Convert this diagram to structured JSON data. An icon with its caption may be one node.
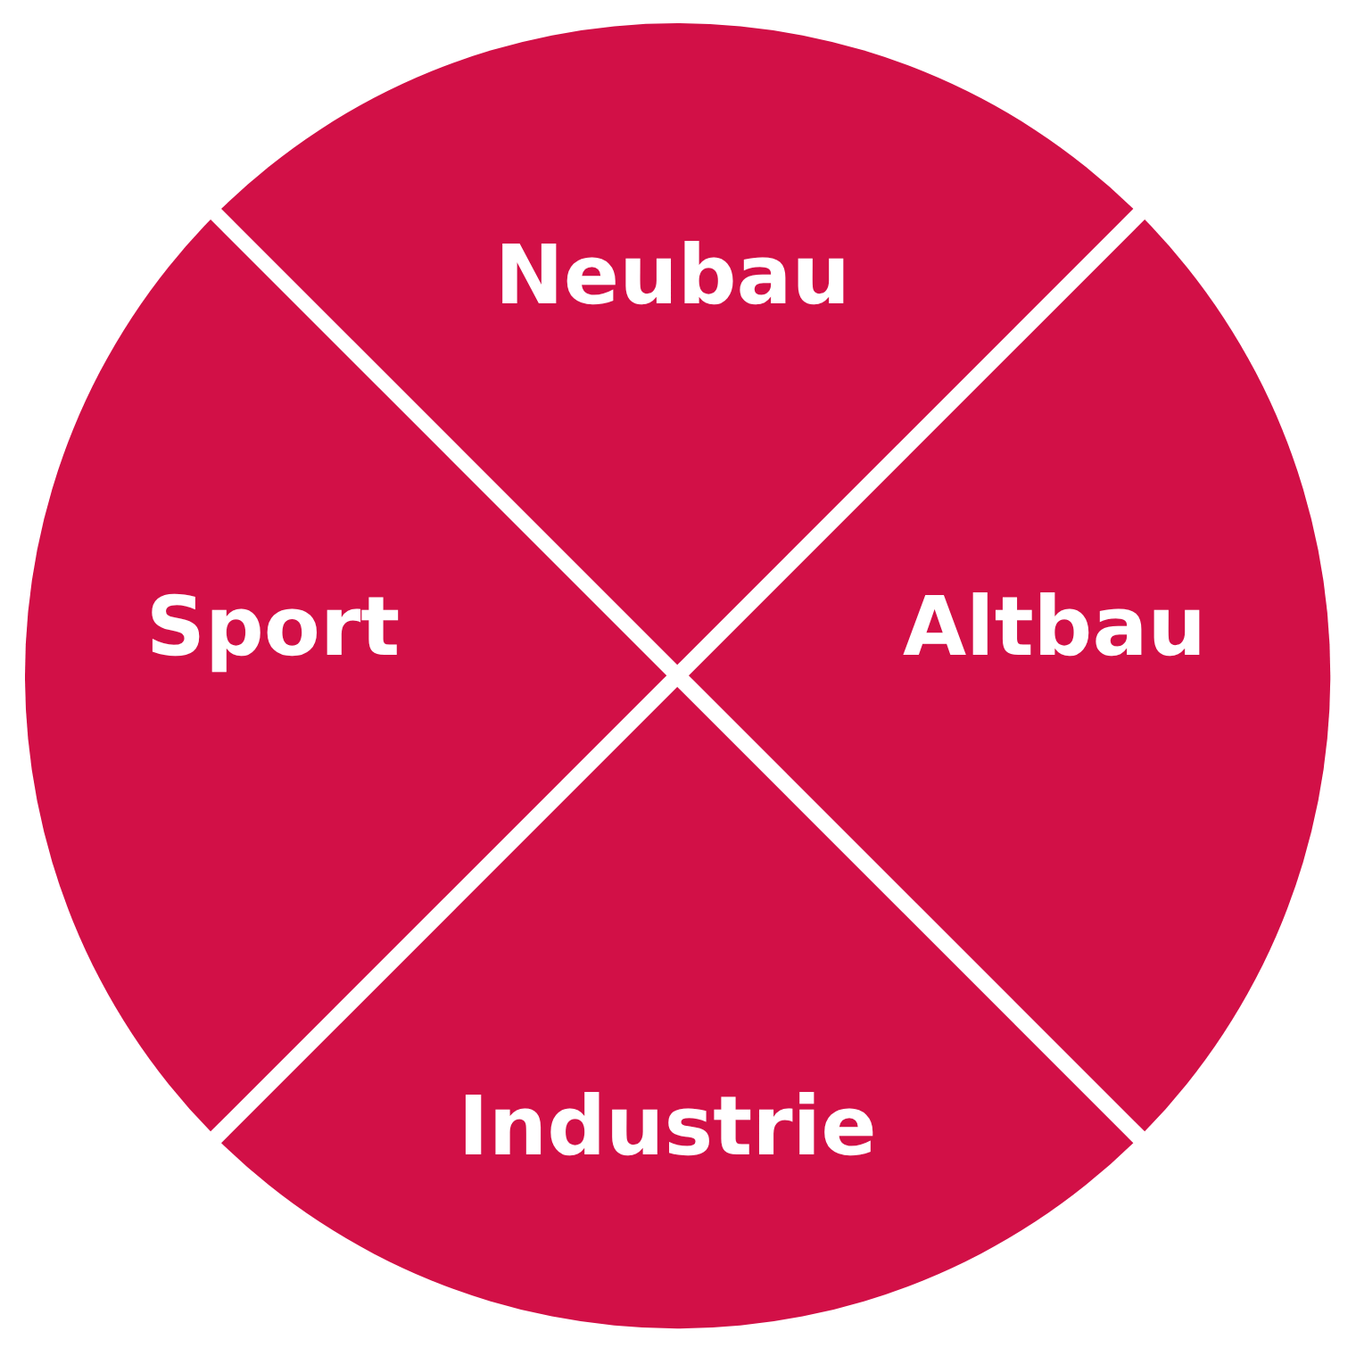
{
  "diagram": {
    "nodes": [
      {
        "text": [
          "Neubau"
        ]
      },
      {
        "text": [
          "Sport"
        ]
      },
      {
        "text": [
          "Altbau"
        ]
      },
      {
        "text": [
          "Industrie"
        ]
      }
    ]
  }
}
